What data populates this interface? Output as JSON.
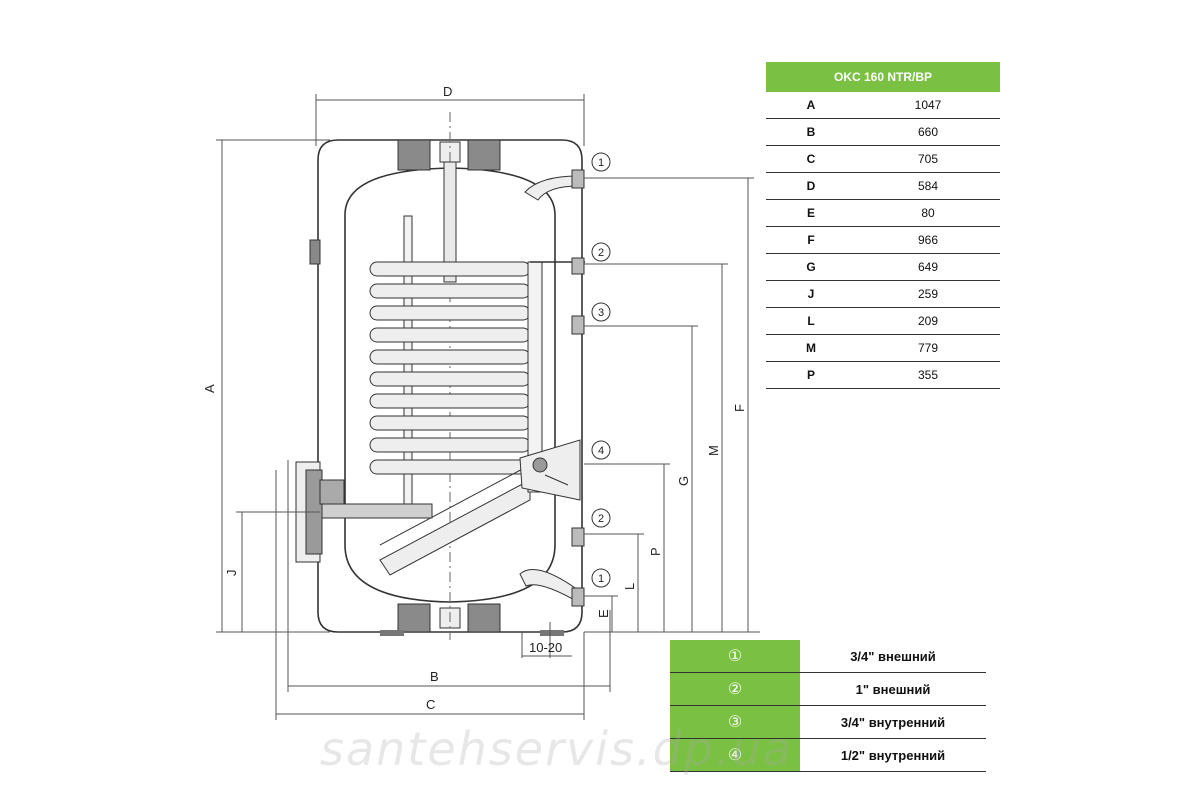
{
  "diagram": {
    "dimension_labels": {
      "A": "A",
      "B": "B",
      "C": "C",
      "D": "D",
      "E": "E",
      "F": "F",
      "G": "G",
      "J": "J",
      "L": "L",
      "M": "M",
      "P": "P",
      "gap": "10-20"
    },
    "markers": [
      "1",
      "2",
      "3",
      "4",
      "2",
      "1"
    ]
  },
  "dimension_table": {
    "header": "OKC 160 NTR/BP",
    "rows": [
      {
        "key": "A",
        "value": "1047"
      },
      {
        "key": "B",
        "value": "660"
      },
      {
        "key": "C",
        "value": "705"
      },
      {
        "key": "D",
        "value": "584"
      },
      {
        "key": "E",
        "value": "80"
      },
      {
        "key": "F",
        "value": "966"
      },
      {
        "key": "G",
        "value": "649"
      },
      {
        "key": "J",
        "value": "259"
      },
      {
        "key": "L",
        "value": "209"
      },
      {
        "key": "M",
        "value": "779"
      },
      {
        "key": "P",
        "value": "355"
      }
    ]
  },
  "legend": {
    "rows": [
      {
        "num": "①",
        "desc": "3/4\" внешний"
      },
      {
        "num": "②",
        "desc": "1\" внешний"
      },
      {
        "num": "③",
        "desc": "3/4\" внутренний"
      },
      {
        "num": "④",
        "desc": "1/2\" внутренний"
      }
    ]
  },
  "watermark": "santehservis.dp.ua",
  "colors": {
    "accent": "#7ac143",
    "line": "#333333",
    "insulation": "#d9d9d9"
  }
}
